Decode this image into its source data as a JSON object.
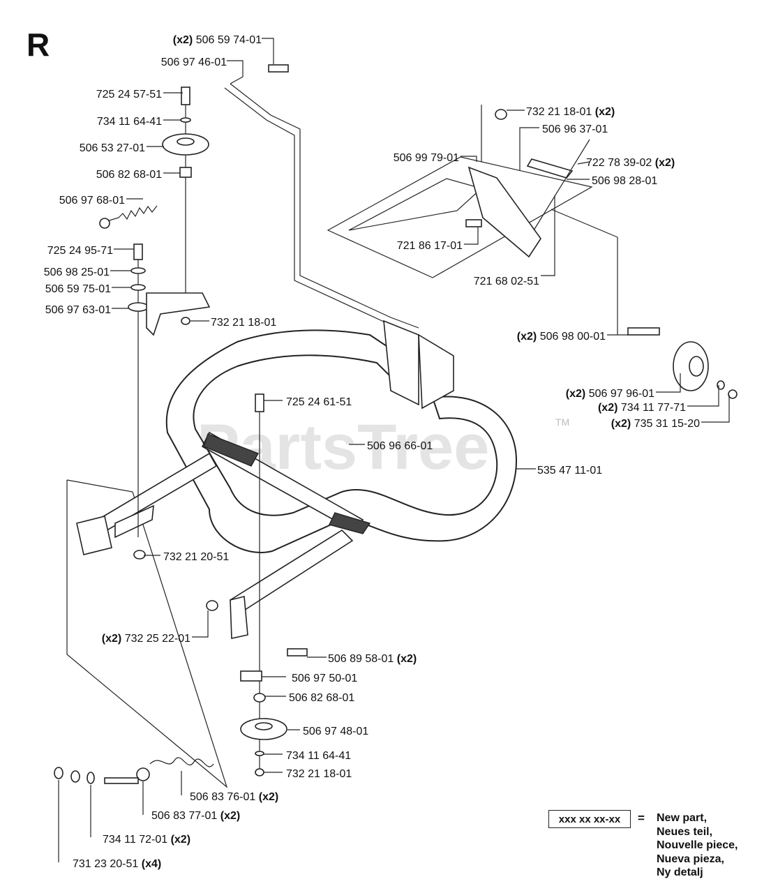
{
  "section_letter": "R",
  "watermark": "PartsTree",
  "trademark": "TM",
  "callouts": [
    {
      "id": "p1",
      "qty": "(x2)",
      "part": "506 59 74-01",
      "suffix": ""
    },
    {
      "id": "p2",
      "qty": "",
      "part": "506 97 46-01",
      "suffix": ""
    },
    {
      "id": "p3",
      "qty": "",
      "part": "725 24 57-51",
      "suffix": ""
    },
    {
      "id": "p4",
      "qty": "",
      "part": "734 11 64-41",
      "suffix": ""
    },
    {
      "id": "p5",
      "qty": "",
      "part": "506 53 27-01",
      "suffix": ""
    },
    {
      "id": "p6",
      "qty": "",
      "part": "506 82 68-01",
      "suffix": ""
    },
    {
      "id": "p7",
      "qty": "",
      "part": "506 97 68-01",
      "suffix": ""
    },
    {
      "id": "p8",
      "qty": "",
      "part": "725 24 95-71",
      "suffix": ""
    },
    {
      "id": "p9",
      "qty": "",
      "part": "506 98 25-01",
      "suffix": ""
    },
    {
      "id": "p10",
      "qty": "",
      "part": "506 59 75-01",
      "suffix": ""
    },
    {
      "id": "p11",
      "qty": "",
      "part": "506 97 63-01",
      "suffix": ""
    },
    {
      "id": "p12",
      "qty": "",
      "part": "732 21 18-01",
      "suffix": ""
    },
    {
      "id": "p13",
      "qty": "",
      "part": "732 21 18-01",
      "suffix": "(x2)"
    },
    {
      "id": "p14",
      "qty": "",
      "part": "506 96 37-01",
      "suffix": ""
    },
    {
      "id": "p15",
      "qty": "",
      "part": "506 99 79-01",
      "suffix": ""
    },
    {
      "id": "p16",
      "qty": "",
      "part": "722 78 39-02",
      "suffix": "(x2)"
    },
    {
      "id": "p17",
      "qty": "",
      "part": "506 98 28-01",
      "suffix": ""
    },
    {
      "id": "p18",
      "qty": "",
      "part": "721 86 17-01",
      "suffix": ""
    },
    {
      "id": "p19",
      "qty": "",
      "part": "721 68 02-51",
      "suffix": ""
    },
    {
      "id": "p20",
      "qty": "(x2)",
      "part": "506 98 00-01",
      "suffix": ""
    },
    {
      "id": "p21",
      "qty": "(x2)",
      "part": "506 97 96-01",
      "suffix": ""
    },
    {
      "id": "p22",
      "qty": "(x2)",
      "part": "734 11 77-71",
      "suffix": ""
    },
    {
      "id": "p23",
      "qty": "(x2)",
      "part": "735 31 15-20",
      "suffix": ""
    },
    {
      "id": "p24",
      "qty": "",
      "part": "725 24 61-51",
      "suffix": ""
    },
    {
      "id": "p25",
      "qty": "",
      "part": "506 96 66-01",
      "suffix": ""
    },
    {
      "id": "p26",
      "qty": "",
      "part": "535 47 11-01",
      "suffix": ""
    },
    {
      "id": "p27",
      "qty": "",
      "part": "732 21 20-51",
      "suffix": ""
    },
    {
      "id": "p28",
      "qty": "(x2)",
      "part": "732 25 22-01",
      "suffix": ""
    },
    {
      "id": "p29",
      "qty": "",
      "part": "506 89 58-01",
      "suffix": "(x2)"
    },
    {
      "id": "p30",
      "qty": "",
      "part": "506 97 50-01",
      "suffix": ""
    },
    {
      "id": "p31",
      "qty": "",
      "part": "506 82 68-01",
      "suffix": ""
    },
    {
      "id": "p32",
      "qty": "",
      "part": "506 97 48-01",
      "suffix": ""
    },
    {
      "id": "p33",
      "qty": "",
      "part": "734 11 64-41",
      "suffix": ""
    },
    {
      "id": "p34",
      "qty": "",
      "part": "732 21 18-01",
      "suffix": ""
    },
    {
      "id": "p35",
      "qty": "",
      "part": "506 83 76-01",
      "suffix": "(x2)"
    },
    {
      "id": "p36",
      "qty": "",
      "part": "506 83 77-01",
      "suffix": "(x2)"
    },
    {
      "id": "p37",
      "qty": "",
      "part": "734 11 72-01",
      "suffix": "(x2)"
    },
    {
      "id": "p38",
      "qty": "",
      "part": "731 23 20-51",
      "suffix": "(x4)"
    }
  ],
  "legend": {
    "code": "xxx xx xx-xx",
    "equals": "=",
    "lines": [
      "New part,",
      "Neues teil,",
      "Nouvelle piece,",
      "Nueva pieza,",
      "Ny detalj"
    ]
  }
}
